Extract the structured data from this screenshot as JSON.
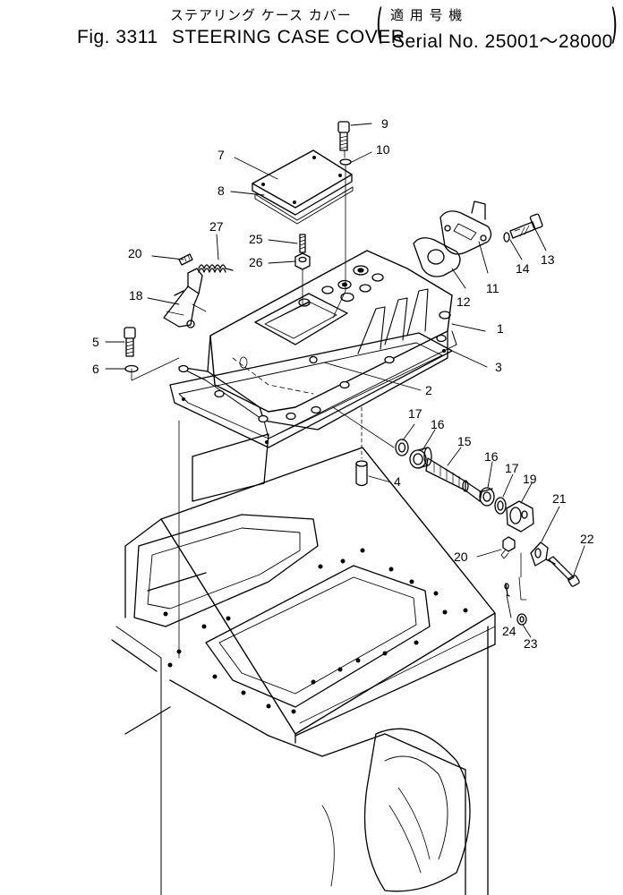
{
  "header": {
    "japanese_title": "ステアリング ケース カバー",
    "japanese_serial": "適 用 号 機",
    "fig_label": "Fig. 3311",
    "title": "STEERING CASE COVER",
    "serial": "Serial No. 25001～28000",
    "paren_open": "(",
    "paren_close": ")"
  },
  "callouts": {
    "c1": "1",
    "c2": "2",
    "c3": "3",
    "c4": "4",
    "c5": "5",
    "c6": "6",
    "c7": "7",
    "c8": "8",
    "c9": "9",
    "c10": "10",
    "c11": "11",
    "c12": "12",
    "c13": "13",
    "c14": "14",
    "c15": "15",
    "c16a": "16",
    "c16b": "16",
    "c17a": "17",
    "c17b": "17",
    "c18": "18",
    "c19": "19",
    "c20a": "20",
    "c20b": "20",
    "c21": "21",
    "c22": "22",
    "c23": "23",
    "c24": "24",
    "c25": "25",
    "c26": "26",
    "c27": "27"
  }
}
